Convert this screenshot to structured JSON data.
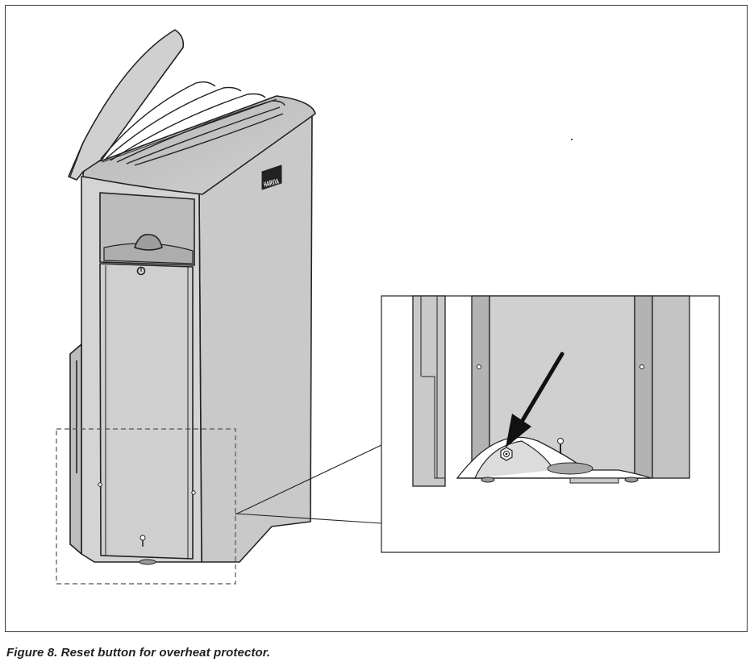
{
  "figure": {
    "caption": "Figure 8. Reset button for overheat protector.",
    "brand_plate_text": "HARVIA",
    "callout_target": "reset button",
    "colors": {
      "heater_body": "#c8c8c8",
      "heater_shadow": "#a9a9a9",
      "outline": "#222222",
      "frame": "#3a3a3a"
    }
  }
}
